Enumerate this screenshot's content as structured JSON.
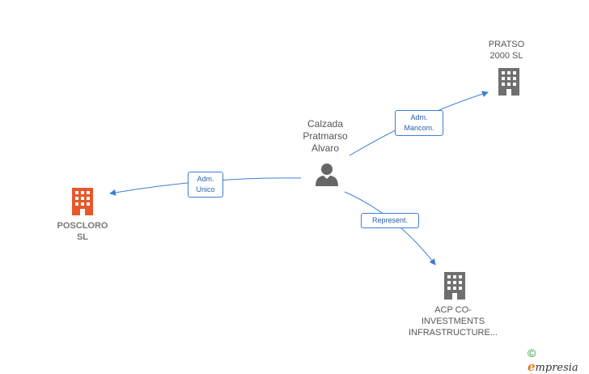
{
  "nodes": {
    "person": {
      "lines": [
        "Calzada",
        "Pratmarso",
        "Alvaro"
      ]
    },
    "pratso": {
      "lines": [
        "PRATSO",
        "2000 SL"
      ]
    },
    "poscloro": {
      "lines": [
        "POSCLORO",
        "SL"
      ]
    },
    "acp": {
      "lines": [
        "ACP CO-",
        "INVESTMENTS",
        "INFRASTRUCTURE..."
      ]
    }
  },
  "edges": {
    "pratso": {
      "lines": [
        "Adm.",
        "Mancom."
      ]
    },
    "poscloro": {
      "lines": [
        "Adm.",
        "Unico"
      ]
    },
    "acp": {
      "lines": [
        "Represent."
      ]
    }
  },
  "colors": {
    "edge": "#3d7fd4",
    "building_gray": "#6f6f6f",
    "building_orange": "#e8572a",
    "person": "#666666"
  },
  "footer": {
    "copyright": "©",
    "brand_first": "e",
    "brand_rest": "mpresia"
  }
}
